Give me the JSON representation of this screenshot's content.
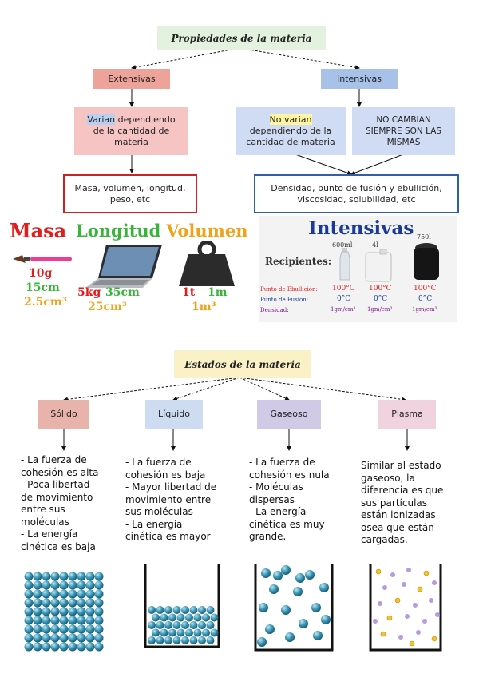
{
  "top": {
    "title": "Propiedades de la materia",
    "extensivas": {
      "label": "Extensivas",
      "desc_highlight": "Varian",
      "desc_rest": " dependiendo de la cantidad de materia",
      "examples": "Masa, volumen, longitud, peso, etc"
    },
    "intensivas": {
      "label": "Intensivas",
      "desc1_highlight": "No varian",
      "desc1_rest": " dependiendo de la cantidad de materia",
      "desc2": "NO CAMBIAN SIEMPRE SON LAS MISMAS",
      "examples": "Densidad, punto de fusión y ebullición, viscosidad, solubilidad, etc"
    }
  },
  "ext_image": {
    "masa_title": "Masa",
    "longitud_title": "Longitud",
    "volumen_title": "Volumen",
    "masa_vals": [
      "10g",
      "15cm",
      "2.5cm³"
    ],
    "longitud_vals": [
      "5kg",
      "35cm",
      "25cm³"
    ],
    "volumen_vals": [
      "1t",
      "1m",
      "1m³"
    ]
  },
  "int_image": {
    "title": "Intensivas",
    "recipientes": "Recipientes:",
    "volumes": [
      "600ml",
      "4l",
      "750l"
    ],
    "row_labels": [
      "Punto de Ebullición:",
      "Punto de Fusión:",
      "Densidad:"
    ],
    "ebullicion": [
      "100°C",
      "100°C",
      "100°C"
    ],
    "fusion": [
      "0°C",
      "0°C",
      "0°C"
    ],
    "densidad": [
      "1gm/cm³",
      "1gm/cm³",
      "1gm/cm³"
    ]
  },
  "estados": {
    "title": "Estados de la materia",
    "solido": {
      "label": "Sólido",
      "lines": [
        "- La fuerza de",
        "cohesión es alta",
        "- Poca libertad",
        "de movimiento",
        "entre sus",
        "moléculas",
        "- La energía",
        "cinética es baja"
      ]
    },
    "liquido": {
      "label": "Líquido",
      "lines": [
        "- La fuerza de",
        "cohesión es baja",
        "- Mayor libertad de",
        "movimiento entre",
        "sus moléculas",
        "- La energía",
        "cinética es mayor"
      ]
    },
    "gaseoso": {
      "label": "Gaseoso",
      "lines": [
        "- La fuerza de",
        "cohesión es nula",
        "- Moléculas",
        "dispersas",
        "- La energía",
        "cinética es muy",
        "grande."
      ]
    },
    "plasma": {
      "label": "Plasma",
      "lines": [
        "Similar al estado",
        "gaseoso, la",
        "diferencia es que",
        "sus partículas",
        "están ionizadas",
        "osea que están",
        "cargadas."
      ]
    }
  },
  "colors": {
    "title_green": "#e3f1df",
    "extensivas_bg": "#eea39a",
    "intensivas_bg": "#a7c1e8",
    "ext_desc_bg": "#f6c5c3",
    "int_desc_bg": "#cfdcf3",
    "ext_border": "#cc2222",
    "int_border": "#2f5fa6",
    "estados_bg": "#fbf1c7",
    "solido_bg": "#e7b3aa",
    "liquido_bg": "#cddcf1",
    "gaseoso_bg": "#d0cae6",
    "plasma_bg": "#f0d3de",
    "sphere": "#3a97b6"
  }
}
